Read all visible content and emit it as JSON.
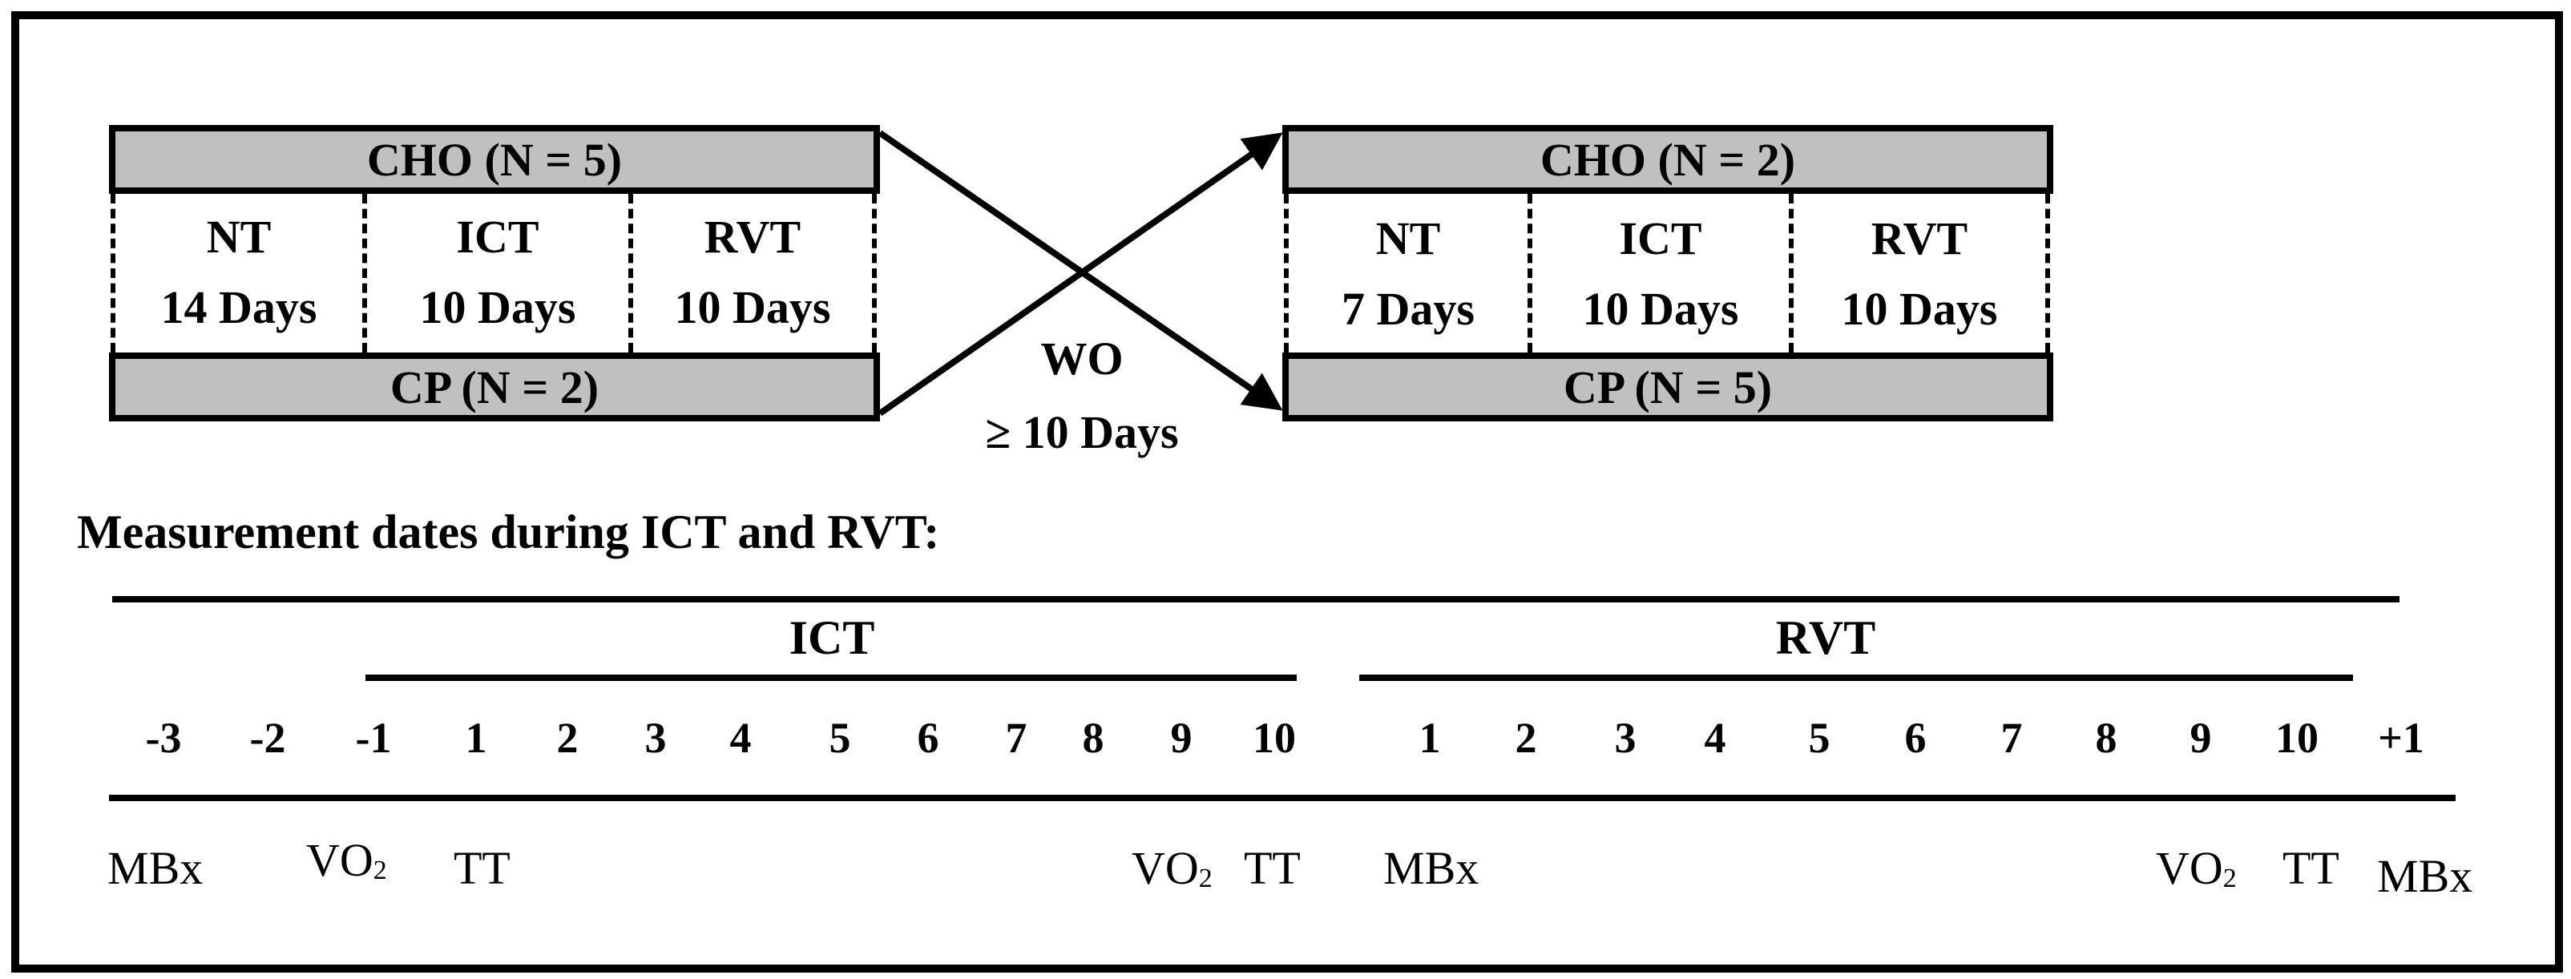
{
  "design": {
    "left": {
      "top_group": "CHO (N = 5)",
      "bottom_group": "CP (N = 2)",
      "phases": [
        {
          "name": "NT",
          "duration": "14 Days"
        },
        {
          "name": "ICT",
          "duration": "10 Days"
        },
        {
          "name": "RVT",
          "duration": "10 Days"
        }
      ]
    },
    "right": {
      "top_group": "CHO (N = 2)",
      "bottom_group": "CP (N = 5)",
      "phases": [
        {
          "name": "NT",
          "duration": "7 Days"
        },
        {
          "name": "ICT",
          "duration": "10 Days"
        },
        {
          "name": "RVT",
          "duration": "10 Days"
        }
      ]
    },
    "washout": {
      "label": "WO",
      "duration": "≥ 10 Days"
    }
  },
  "timeline": {
    "heading": "Measurement dates during ICT and RVT:",
    "ict_label": "ICT",
    "rvt_label": "RVT",
    "ict_days": [
      "-3",
      "-2",
      "-1",
      "1",
      "2",
      "3",
      "4",
      "5",
      "6",
      "7",
      "8",
      "9",
      "10"
    ],
    "rvt_days": [
      "1",
      "2",
      "3",
      "4",
      "5",
      "6",
      "7",
      "8",
      "9",
      "10",
      "+1"
    ],
    "measurements": [
      {
        "label": "MBx",
        "sub": ""
      },
      {
        "label": "VO",
        "sub": "2"
      },
      {
        "label": "TT",
        "sub": ""
      },
      {
        "label": "VO",
        "sub": "2"
      },
      {
        "label": "TT",
        "sub": ""
      },
      {
        "label": "MBx",
        "sub": ""
      },
      {
        "label": "VO",
        "sub": "2"
      },
      {
        "label": "TT",
        "sub": ""
      },
      {
        "label": "MBx",
        "sub": ""
      }
    ]
  }
}
